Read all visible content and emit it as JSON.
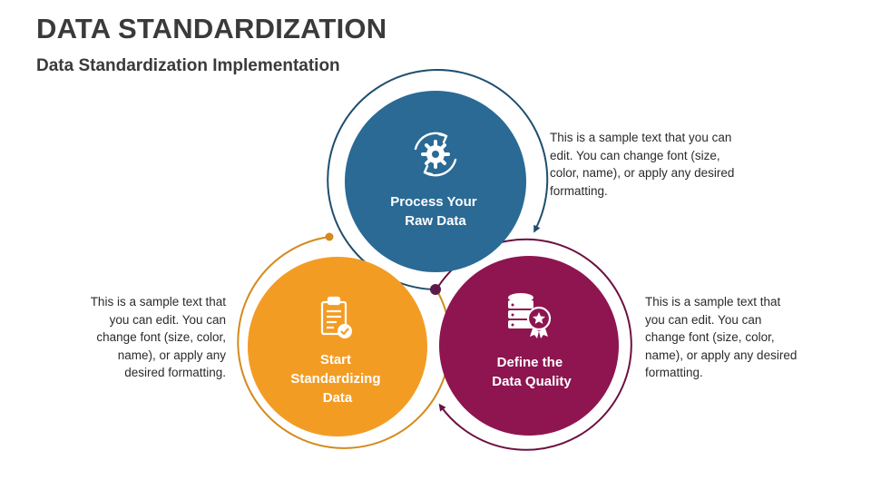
{
  "header": {
    "title": "DATA STANDARDIZATION",
    "subtitle": "Data Standardization Implementation"
  },
  "nodes": [
    {
      "id": "process",
      "label_lines": [
        "Process Your",
        "Raw Data"
      ],
      "color": "#2a6a95",
      "icon": "gear-cycle-icon",
      "description": "This is a sample text that you can edit. You can change font (size, color, name), or apply any desired formatting."
    },
    {
      "id": "start",
      "label_lines": [
        "Start",
        "Standardizing",
        "Data"
      ],
      "color": "#f39c24",
      "ring_color": "#d48a1c",
      "icon": "clipboard-check-icon",
      "description": "This is a sample text that you can edit. You can change font (size, color, name), or apply any desired formatting."
    },
    {
      "id": "define",
      "label_lines": [
        "Define the",
        "Data Quality"
      ],
      "color": "#8e1550",
      "icon": "database-badge-icon",
      "description": "This is a sample text that you can edit. You can change font (size, color, name), or apply any desired formatting."
    }
  ]
}
